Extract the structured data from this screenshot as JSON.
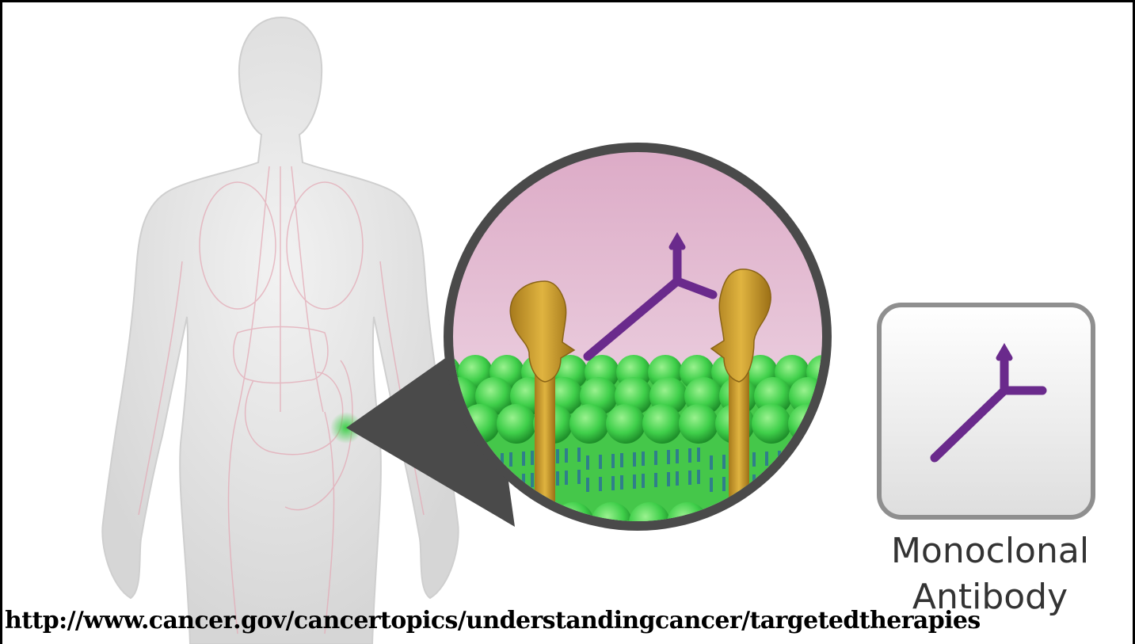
{
  "legend": {
    "icon": "monoclonal-antibody-icon",
    "label_line1": "Monoclonal",
    "label_line2": "Antibody"
  },
  "source_url": "http://www.cancer.gov/cancertopics/understandingcancer/targetedtherapies",
  "colors": {
    "antibody": "#6a2a8c",
    "receptor": "#c79a2c",
    "cells": "#3fcf4a",
    "background_pink": "#e7b8d2",
    "lens_border": "#4a4a4a"
  }
}
